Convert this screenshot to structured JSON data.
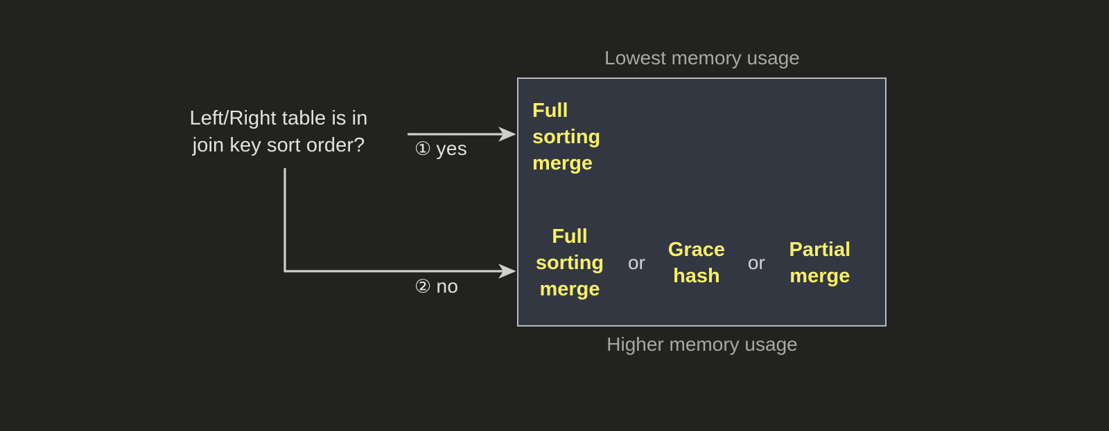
{
  "diagram": {
    "background_color": "#222220",
    "question": {
      "lines": [
        "Left/Right table is in",
        "join key sort order?"
      ],
      "text_color": "#e2e2e0"
    },
    "branches": [
      {
        "marker": "①",
        "label": "yes",
        "name": "yes-branch"
      },
      {
        "marker": "②",
        "label": "no",
        "name": "no-branch"
      }
    ],
    "captions": {
      "top": "Lowest memory usage",
      "bottom": "Higher memory usage",
      "color": "#a8a8a6"
    },
    "strategy_box": {
      "fill_color": "#333742",
      "border_color": "#b9bcc2",
      "option_color": "#f7f067",
      "separator_label": "or",
      "rows": [
        {
          "name": "sorted-result-row",
          "options": [
            {
              "lines": [
                "Full",
                "sorting",
                "merge"
              ]
            }
          ]
        },
        {
          "name": "unsorted-result-row",
          "options": [
            {
              "lines": [
                "Full",
                "sorting",
                "merge"
              ]
            },
            {
              "lines": [
                "Grace",
                "hash"
              ]
            },
            {
              "lines": [
                "Partial",
                "merge"
              ]
            }
          ]
        }
      ]
    }
  }
}
